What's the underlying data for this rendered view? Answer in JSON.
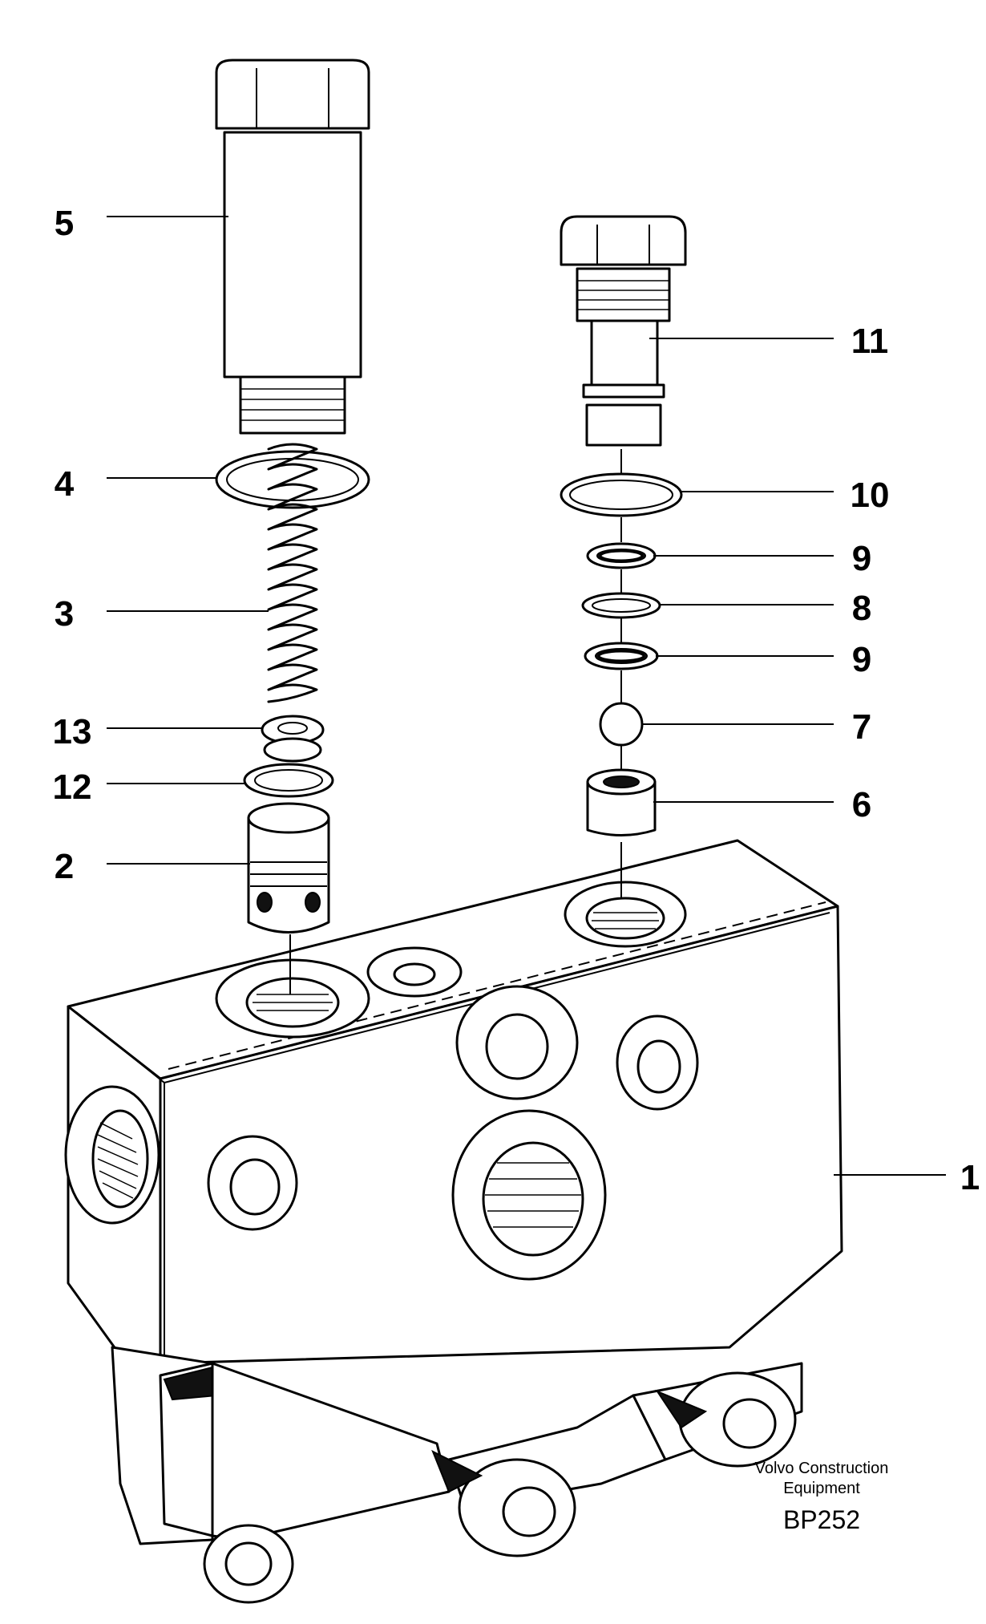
{
  "callouts": [
    {
      "id": "5",
      "label": "5"
    },
    {
      "id": "4",
      "label": "4"
    },
    {
      "id": "3",
      "label": "3"
    },
    {
      "id": "13",
      "label": "13"
    },
    {
      "id": "12",
      "label": "12"
    },
    {
      "id": "2",
      "label": "2"
    },
    {
      "id": "11",
      "label": "11"
    },
    {
      "id": "10",
      "label": "10"
    },
    {
      "id": "9a",
      "label": "9"
    },
    {
      "id": "8",
      "label": "8"
    },
    {
      "id": "9b",
      "label": "9"
    },
    {
      "id": "7",
      "label": "7"
    },
    {
      "id": "6",
      "label": "6"
    },
    {
      "id": "1",
      "label": "1"
    }
  ],
  "credit": {
    "line1": "Volvo Construction",
    "line2": "Equipment",
    "code": "BP252"
  }
}
